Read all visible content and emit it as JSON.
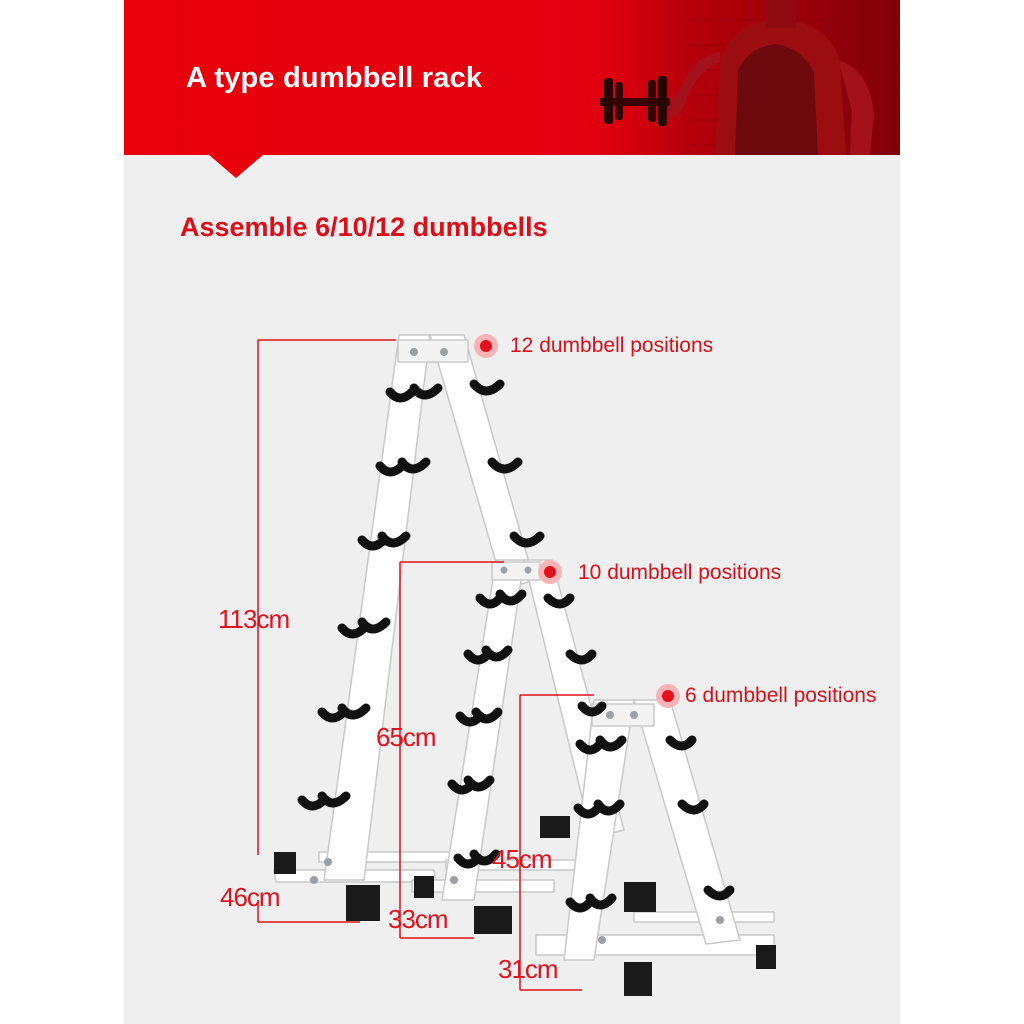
{
  "banner": {
    "title": "A type dumbbell rack"
  },
  "subtitle": "Assemble 6/10/12 dumbbells",
  "racks": [
    {
      "positions_label": "12 dumbbell positions",
      "height": "113cm",
      "width": "46cm"
    },
    {
      "positions_label": "10 dumbbell positions",
      "height": "65cm",
      "width": "33cm"
    },
    {
      "positions_label": "6 dumbbell positions",
      "height": "45cm",
      "width": "31cm"
    }
  ],
  "colors": {
    "accent": "#e8000b",
    "label": "#d9101a",
    "rack": "#ffffff",
    "hook": "#111111"
  }
}
